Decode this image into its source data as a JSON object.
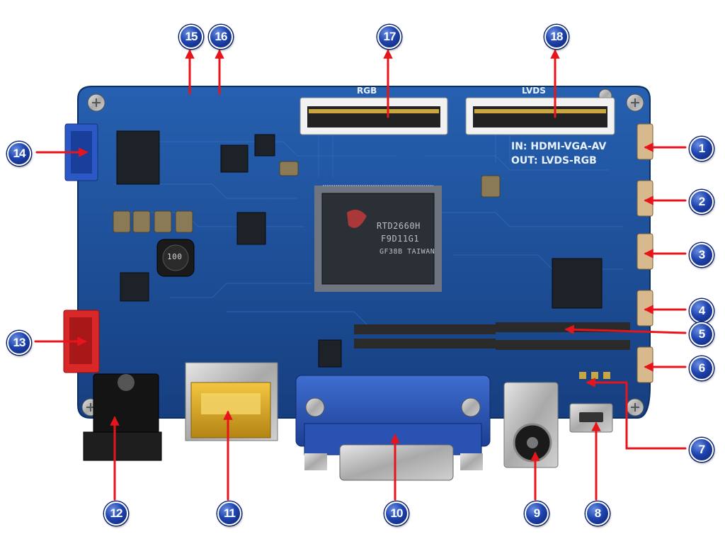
{
  "board": {
    "connector_rgb_label": "RGB",
    "connector_lvds_label": "LVDS",
    "input_label": "IN: HDMI-VGA-AV",
    "output_label": "OUT: LVDS-RGB",
    "chip_line1": "RTD2660H",
    "chip_line2": "F9D11G1",
    "chip_line3": "GF38B TAIWAN",
    "inductor_label": "100"
  },
  "callouts": [
    {
      "number": "1"
    },
    {
      "number": "2"
    },
    {
      "number": "3"
    },
    {
      "number": "4"
    },
    {
      "number": "5"
    },
    {
      "number": "6"
    },
    {
      "number": "7"
    },
    {
      "number": "8"
    },
    {
      "number": "9"
    },
    {
      "number": "10"
    },
    {
      "number": "11"
    },
    {
      "number": "12"
    },
    {
      "number": "13"
    },
    {
      "number": "14"
    },
    {
      "number": "15"
    },
    {
      "number": "16"
    },
    {
      "number": "17"
    },
    {
      "number": "18"
    }
  ],
  "colors": {
    "pcb": "#1c4f9a",
    "pcb_dark": "#143c7a",
    "arrow": "#e8141c",
    "badge": "#1f44b0",
    "vga_blue": "#2a56b8",
    "hdmi_gold": "#d4a020"
  }
}
